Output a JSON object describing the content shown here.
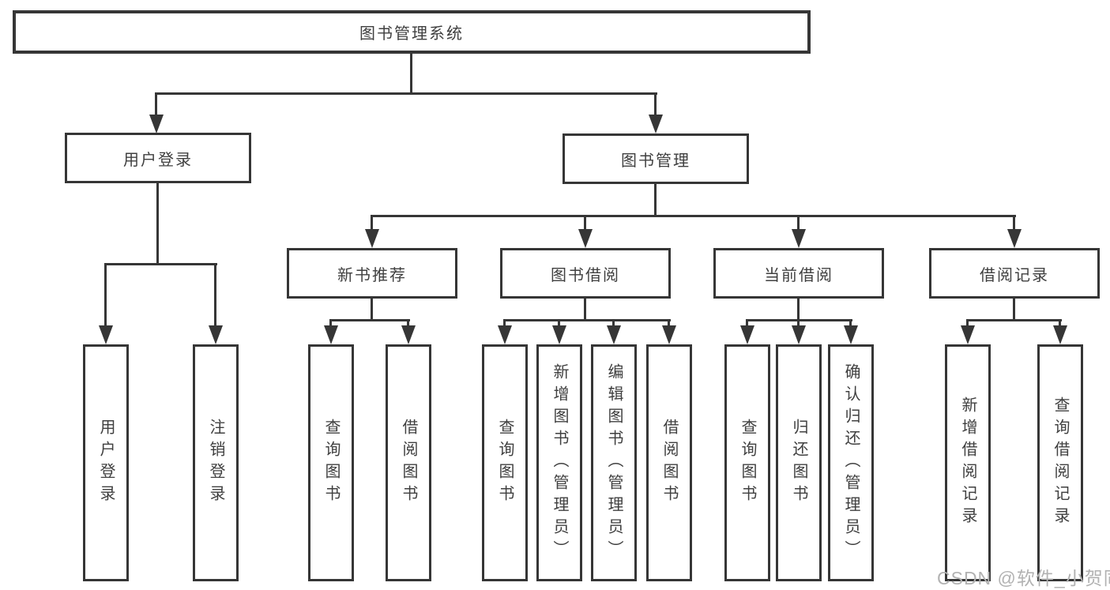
{
  "colors": {
    "line": "#363636",
    "text": "#3f3f3f",
    "watermark": "#b2b2b2",
    "background": "#ffffff"
  },
  "diagram": {
    "root": {
      "label": "图书管理系统"
    },
    "branches": [
      {
        "label": "用户登录",
        "children": [
          {
            "label": "用户登录"
          },
          {
            "label": "注销登录"
          }
        ]
      },
      {
        "label": "图书管理",
        "children": [
          {
            "label": "新书推荐",
            "children": [
              {
                "label": "查询图书"
              },
              {
                "label": "借阅图书"
              }
            ]
          },
          {
            "label": "图书借阅",
            "children": [
              {
                "label": "查询图书"
              },
              {
                "label": "新增图书（管理员）"
              },
              {
                "label": "编辑图书（管理员）"
              },
              {
                "label": "借阅图书"
              }
            ]
          },
          {
            "label": "当前借阅",
            "children": [
              {
                "label": "查询图书"
              },
              {
                "label": "归还图书"
              },
              {
                "label": "确认归还（管理员）"
              }
            ]
          },
          {
            "label": "借阅记录",
            "children": [
              {
                "label": "新增借阅记录"
              },
              {
                "label": "查询借阅记录"
              }
            ]
          }
        ]
      }
    ]
  },
  "watermark": {
    "text": "CSDN @软件_小贺同学"
  }
}
